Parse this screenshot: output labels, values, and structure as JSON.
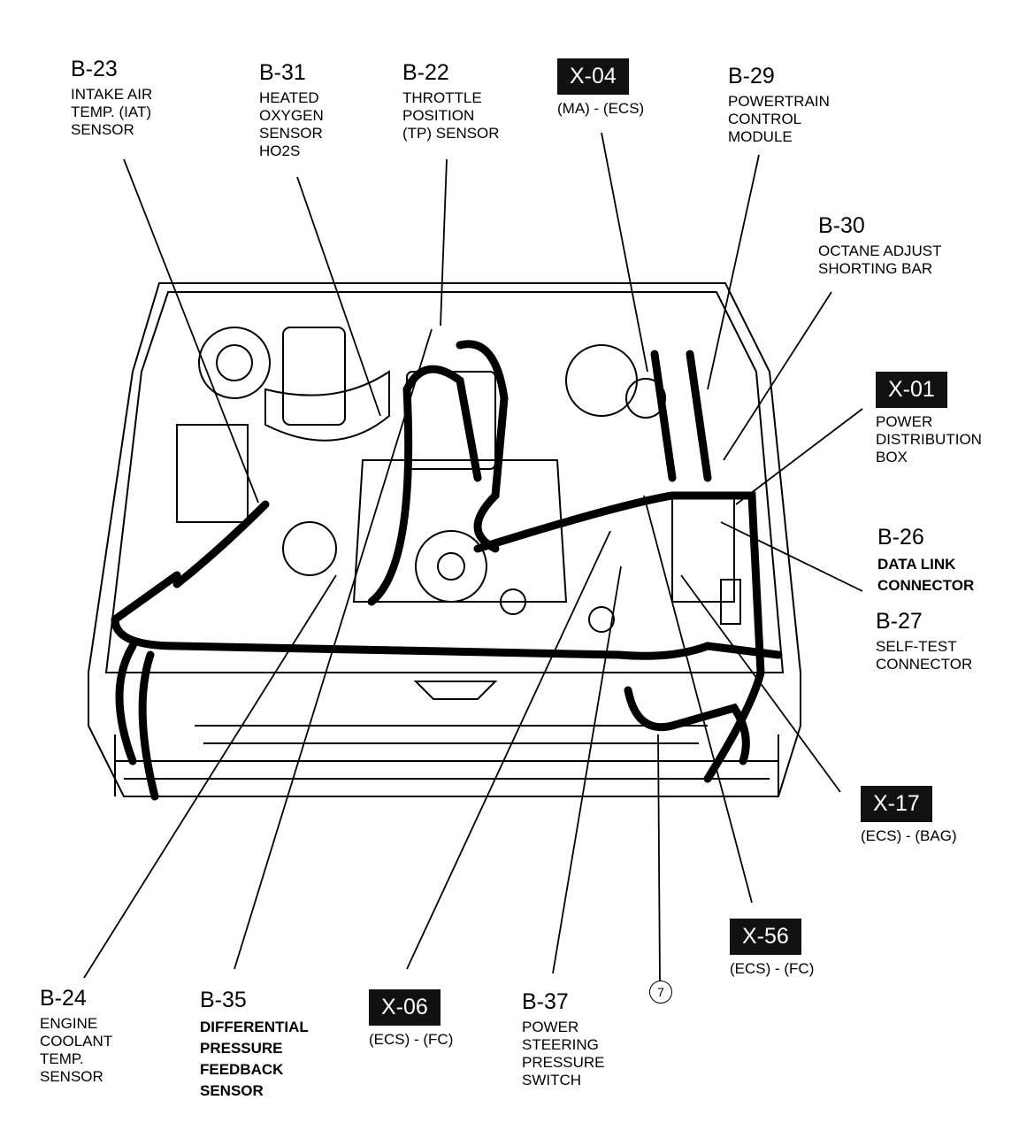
{
  "labels": [
    {
      "code": "B-23",
      "desc": "INTAKE AIR\nTEMP. (IAT)\nSENSOR",
      "boxed": false
    },
    {
      "code": "B-31",
      "desc": "HEATED\nOXYGEN\nSENSOR\nHO2S",
      "boxed": false
    },
    {
      "code": "B-22",
      "desc": "THROTTLE\nPOSITION\n(TP) SENSOR",
      "boxed": false
    },
    {
      "code": "X-04",
      "desc": "(MA) - (ECS)",
      "boxed": true
    },
    {
      "code": "B-29",
      "desc": "POWERTRAIN\nCONTROL\nMODULE",
      "boxed": false
    },
    {
      "code": "B-30",
      "desc": "OCTANE ADJUST\nSHORTING BAR",
      "boxed": false
    },
    {
      "code": "X-01",
      "desc": "POWER\nDISTRIBUTION\nBOX",
      "boxed": true
    },
    {
      "code": "B-26",
      "desc": "DATA LINK\nCONNECTOR",
      "boxed": false
    },
    {
      "code": "B-27",
      "desc": "SELF-TEST\nCONNECTOR",
      "boxed": false
    },
    {
      "code": "X-17",
      "desc": "(ECS) - (BAG)",
      "boxed": true
    },
    {
      "code": "X-56",
      "desc": "(ECS) - (FC)",
      "boxed": true
    },
    {
      "code": "B-37",
      "desc": "POWER\nSTEERING\nPRESSURE\nSWITCH",
      "boxed": false
    },
    {
      "code": "X-06",
      "desc": "(ECS) - (FC)",
      "boxed": true
    },
    {
      "code": "B-35",
      "desc": "DIFFERENTIAL\nPRESSURE\nFEEDBACK\nSENSOR",
      "boxed": false
    },
    {
      "code": "B-24",
      "desc": "ENGINE\nCOOLANT\nTEMP.\nSENSOR",
      "boxed": false
    }
  ],
  "reference_marker": "7"
}
